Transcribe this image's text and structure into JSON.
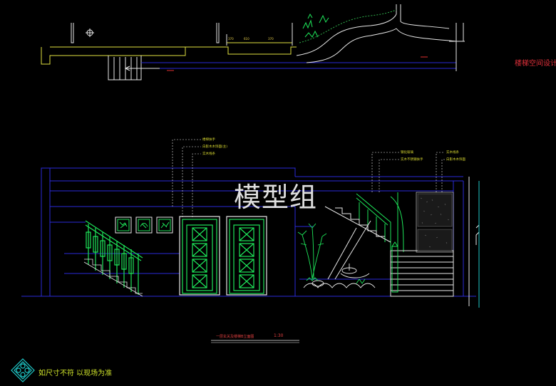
{
  "titles": {
    "right_label": "楼梯空间设计",
    "watermark": "模型组",
    "drawing_title": "一层玄关及楼梯B立面图",
    "scale": "1:30",
    "footer_note": "如尺寸不符 以现场为准"
  },
  "plan_dimensions": [
    "370",
    "610",
    "370"
  ],
  "annotations_left": [
    "楼梯扶手",
    "白影木木饰面(主)",
    "实木线条"
  ],
  "annotations_right": [
    "钢化玻璃",
    "实木不锈钢扶手",
    "实木线条",
    "白影木木饰面"
  ],
  "colors": {
    "frame": "#2a2ad8",
    "green": "#1ee65a",
    "yellow": "#e0e040",
    "white": "#e8e8e8",
    "cyan": "#20c8c8",
    "red": "#e0303a"
  }
}
